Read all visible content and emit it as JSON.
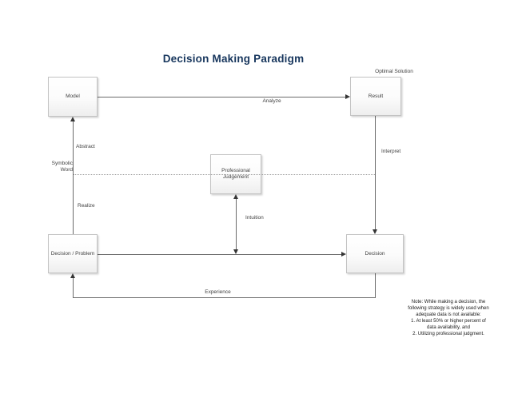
{
  "title": "Decision Making Paradigm",
  "colors": {
    "title_text": "#17365D",
    "connector_line": "#6b6b6b",
    "box_border": "#c3c3c3",
    "box_fill_top": "#ffffff",
    "box_fill_bottom": "#eeeeee"
  },
  "nodes": {
    "model": {
      "label": "Model"
    },
    "result": {
      "label": "Result"
    },
    "professional_judgement": {
      "label_line1": "Professional",
      "label_line2": "Judgement"
    },
    "decision_problem": {
      "label": "Decision / Problem"
    },
    "decision": {
      "label": "Decision"
    }
  },
  "edges": {
    "analyze": "Analyze",
    "optimal_solution": "Optimal Solution",
    "interpret": "Interpret",
    "abstract": "Abstract",
    "symbolic_word_line1": "Symbolic",
    "symbolic_word_line2": "Word",
    "realize": "Realize",
    "intuition": "Intuition",
    "experience": "Experience"
  },
  "note": {
    "lines": [
      "Note: While making a decision, the",
      "following strategy is widely used when",
      "adequate data is not available:",
      "1. At least 50% or  higher percent of",
      "data availability, and",
      "2. Utilizing professional judgment."
    ]
  }
}
